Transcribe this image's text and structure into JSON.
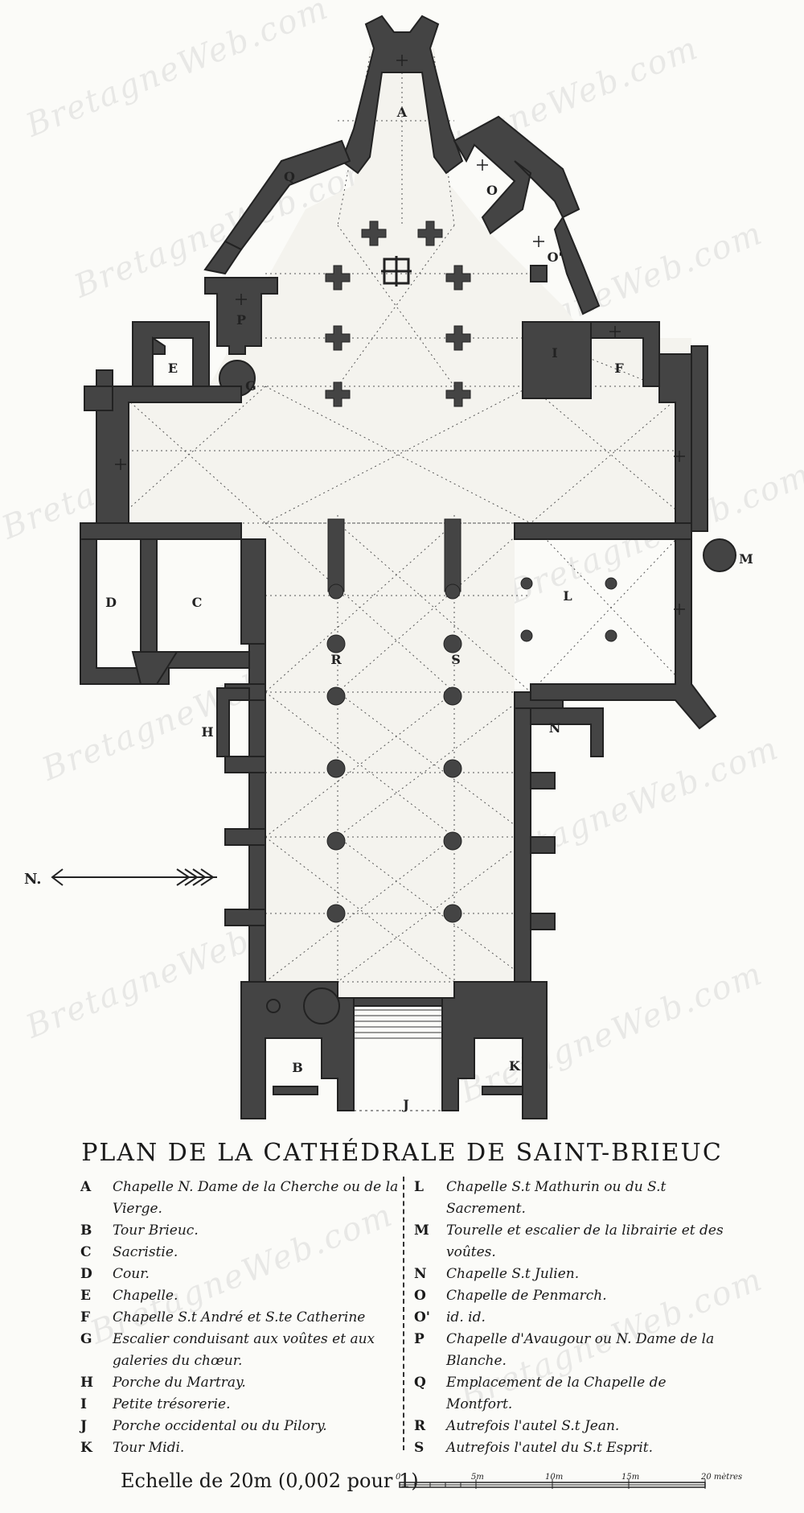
{
  "watermark": "BretagneWeb.com",
  "title": "PLAN DE LA CATHÉDRALE DE SAINT-BRIEUC",
  "compass": {
    "label": "N."
  },
  "plan_labels": {
    "A": "A",
    "B": "B",
    "C": "C",
    "D": "D",
    "E": "E",
    "F": "F",
    "G": "G",
    "H": "H",
    "I": "I",
    "J": "J",
    "K": "K",
    "L": "L",
    "M": "M",
    "N": "N",
    "O": "O",
    "O2": "O'",
    "P": "P",
    "Q": "Q",
    "R": "R",
    "S": "S"
  },
  "legend_left": [
    {
      "key": "A",
      "text": "Chapelle N. Dame de la Cherche ou de la Vierge."
    },
    {
      "key": "B",
      "text": "Tour Brieuc."
    },
    {
      "key": "C",
      "text": "Sacristie."
    },
    {
      "key": "D",
      "text": "Cour."
    },
    {
      "key": "E",
      "text": "Chapelle."
    },
    {
      "key": "F",
      "text": "Chapelle S.t André et S.te Catherine"
    },
    {
      "key": "G",
      "text": "Escalier conduisant aux voûtes et aux galeries du chœur."
    },
    {
      "key": "H",
      "text": "Porche du Martray."
    },
    {
      "key": "I",
      "text": "Petite trésorerie."
    },
    {
      "key": "J",
      "text": "Porche occidental ou du Pilory."
    },
    {
      "key": "K",
      "text": "Tour Midi."
    }
  ],
  "legend_right": [
    {
      "key": "L",
      "text": "Chapelle S.t Mathurin ou du S.t Sacrement."
    },
    {
      "key": "M",
      "text": "Tourelle et escalier de la librairie et des voûtes."
    },
    {
      "key": "N",
      "text": "Chapelle S.t Julien."
    },
    {
      "key": "O",
      "text": "Chapelle de Penmarch."
    },
    {
      "key": "O'",
      "text": "id.          id."
    },
    {
      "key": "P",
      "text": "Chapelle d'Avaugour ou N. Dame de la Blanche."
    },
    {
      "key": "Q",
      "text": "Emplacement de la Chapelle de Montfort."
    },
    {
      "key": "R",
      "text": "Autrefois l'autel S.t Jean."
    },
    {
      "key": "S",
      "text": "Autrefois l'autel du S.t Esprit."
    }
  ],
  "scale": {
    "label": "Echelle de 20m (0,002 pour 1)",
    "ticks": [
      "0",
      "5m",
      "10m",
      "15m",
      "20 mètres"
    ]
  }
}
